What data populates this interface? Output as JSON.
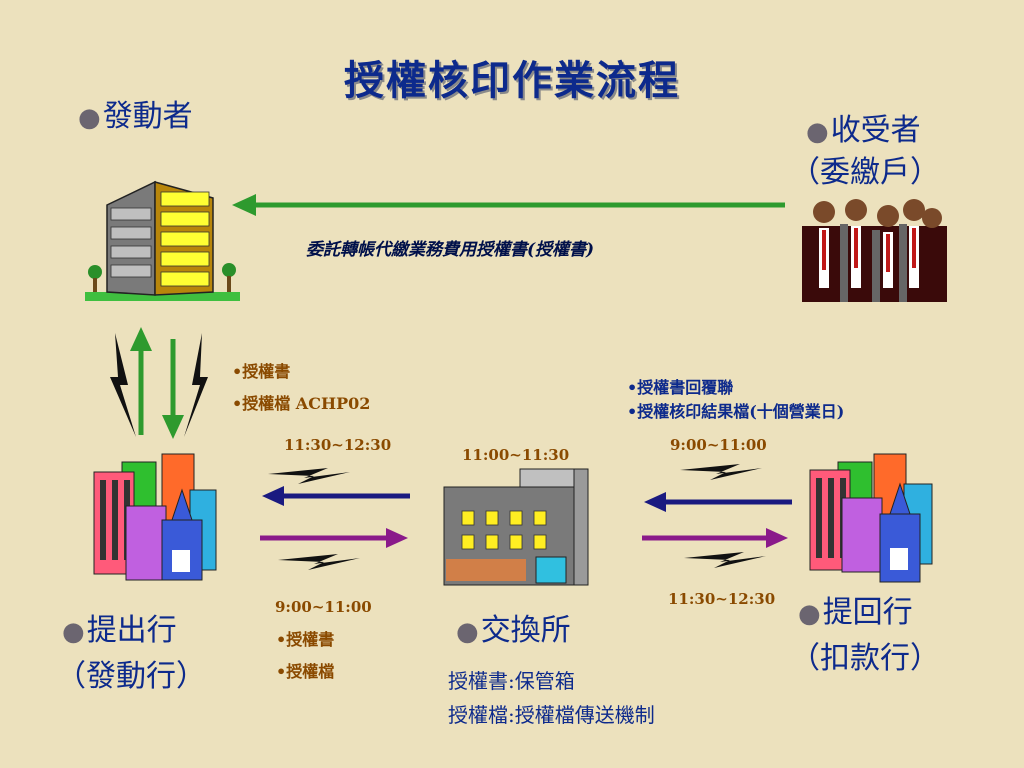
{
  "title": "授權核印作業流程",
  "actors": {
    "initiator": "發動者",
    "receiver": "收受者",
    "receiver_sub": "（委繳戶）",
    "presenting_bank": "提出行",
    "presenting_bank_sub": "（發動行）",
    "clearing_house": "交換所",
    "returning_bank": "提回行",
    "returning_bank_sub": "（扣款行）"
  },
  "top_caption": "委託轉帳代繳業務費用授權書(授權書)",
  "left_notes": [
    "•授權書",
    "•授權檔 ACHP02"
  ],
  "right_notes": [
    "•授權書回覆聯",
    "•授權核印結果檔(十個營業日)"
  ],
  "bottom_left_notes": [
    "•授權書",
    "•授權檔"
  ],
  "times": {
    "left_top": "11:30~12:30",
    "center": "11:00~11:30",
    "right_top": "9:00~11:00",
    "left_bottom": "9:00~11:00",
    "right_bottom": "11:30~12:30"
  },
  "clearing_notes": [
    "授權書:保管箱",
    "授權檔:授權檔傳送機制"
  ],
  "colors": {
    "title": "#0d2a8c",
    "green_arrow": "#2e9a2e",
    "navy_arrow": "#1a1a80",
    "purple_arrow": "#8a1a8a",
    "background": "#ece1bd"
  }
}
